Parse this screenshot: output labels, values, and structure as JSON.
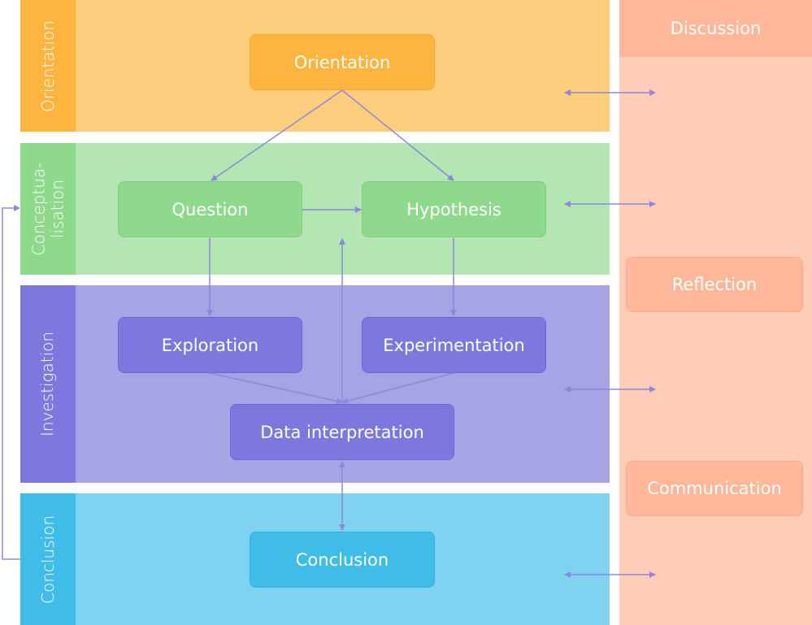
{
  "phases": {
    "orientation": "Orientation",
    "conceptualisation_line1": "Conceptua-",
    "conceptualisation_line2": "lisation",
    "investigation": "Investigation",
    "conclusion": "Conclusion"
  },
  "boxes": {
    "orientation": "Orientation",
    "question": "Question",
    "hypothesis": "Hypothesis",
    "exploration": "Exploration",
    "experimentation": "Experimentation",
    "data_interpretation": "Data interpretation",
    "conclusion": "Conclusion"
  },
  "side": {
    "discussion": "Discussion",
    "reflection": "Reflection",
    "communication": "Communication"
  },
  "colors": {
    "orientation_band": "#FDCD7E",
    "orientation_tab": "#FDB53F",
    "conceptualisation_band": "#B3E6B3",
    "conceptualisation_tab": "#8ED98C",
    "investigation_band": "#A7A4E6",
    "investigation_tab": "#7C78DE",
    "conclusion_band": "#80D3F0",
    "conclusion_tab": "#40BCE9",
    "discussion_panel": "#FFCCB8",
    "side_box": "#FFB79A",
    "arrow": "#8A87DC"
  }
}
